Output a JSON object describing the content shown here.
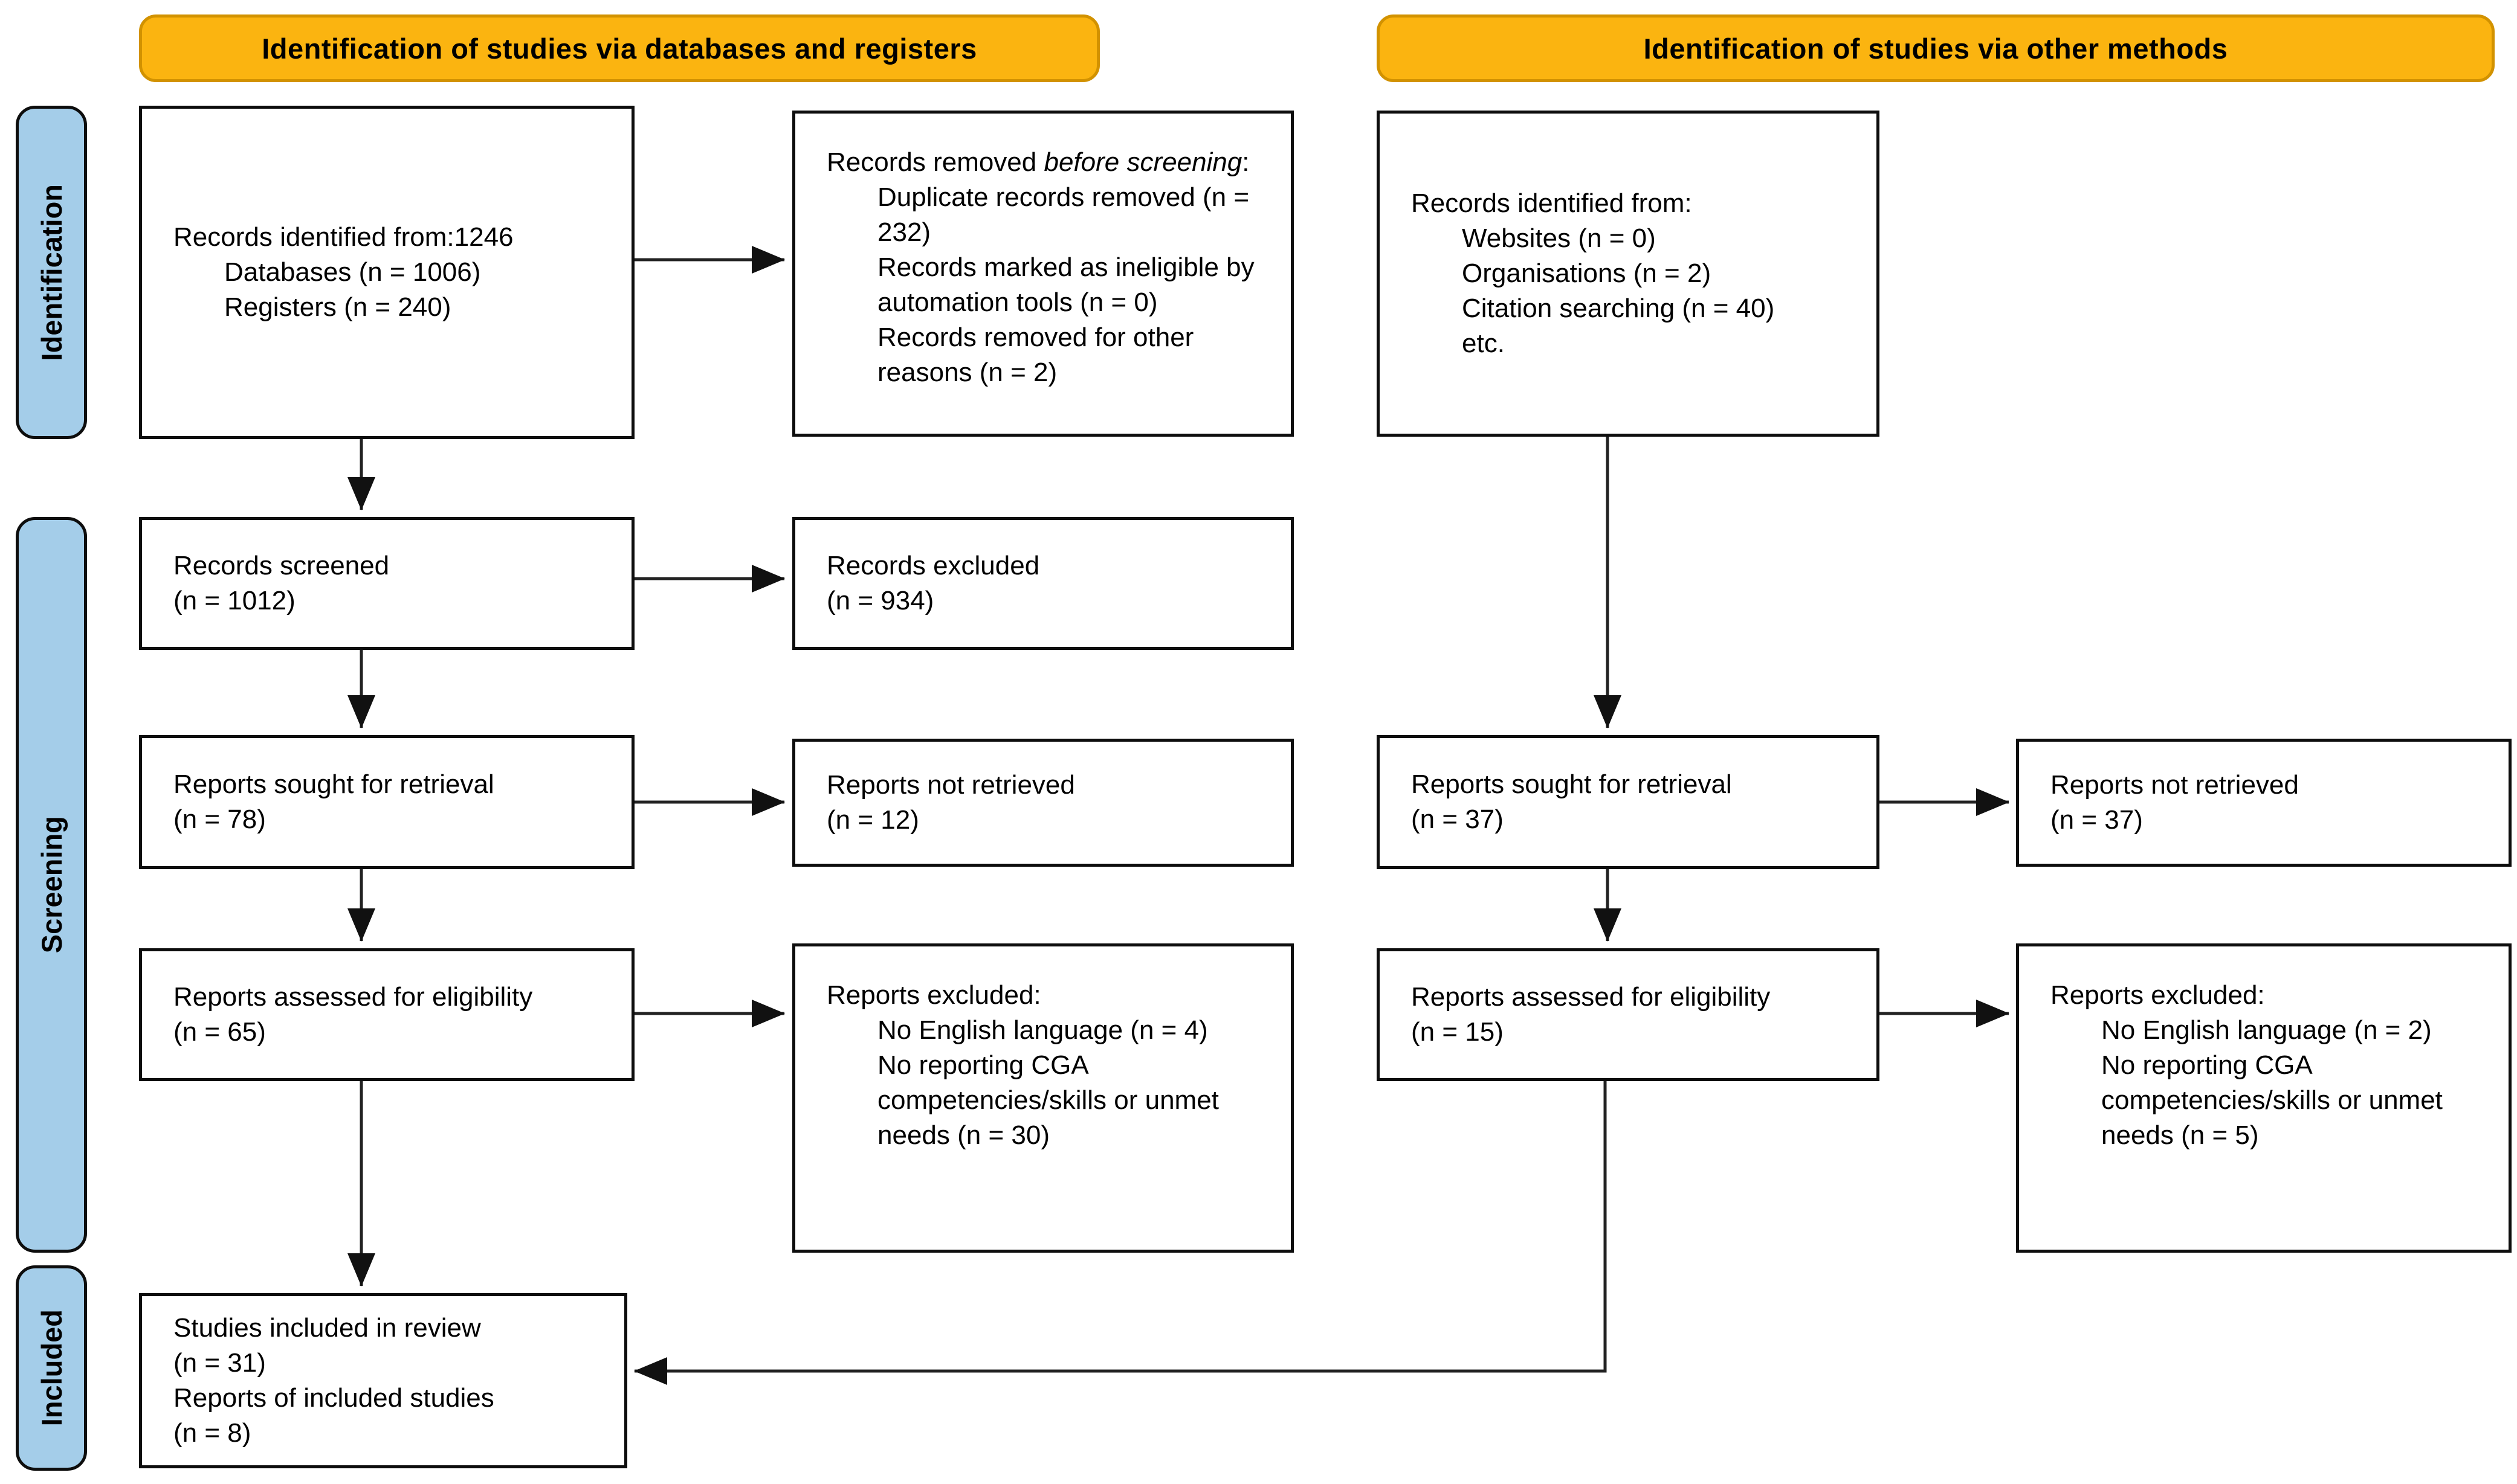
{
  "banners": {
    "left": "Identification of studies via databases and registers",
    "right": "Identification of studies via other methods"
  },
  "sidebar": {
    "identification": "Identification",
    "screening": "Screening",
    "included": "Included"
  },
  "colors": {
    "banner_fill": "#FBB410",
    "banner_border": "#D29200",
    "sidebar_fill": "#A4CDE9",
    "box_border": "#0d0d0d",
    "arrow": "#222222"
  },
  "boxes": {
    "identified_db": {
      "lines": [
        "Records identified from:1246",
        "Databases (n = 1006)",
        "Registers (n = 240)"
      ]
    },
    "removed_before": {
      "intro_normal": "Records removed ",
      "intro_italic": "before screening",
      "intro_tail": ":",
      "lines": [
        "Duplicate records removed (n = 232)",
        "Records marked as ineligible by automation tools (n = 0)",
        "Records removed for other reasons (n = 2)"
      ]
    },
    "identified_other": {
      "lines": [
        "Records identified from:",
        "Websites (n = 0)",
        "Organisations (n = 2)",
        "Citation searching (n = 40)",
        "etc."
      ]
    },
    "screened": {
      "lines": [
        "Records screened",
        "(n = 1012)"
      ]
    },
    "records_excluded": {
      "lines": [
        "Records excluded",
        "(n = 934)"
      ]
    },
    "sought_db": {
      "lines": [
        "Reports sought for retrieval",
        "(n = 78)"
      ]
    },
    "not_retrieved_db": {
      "lines": [
        "Reports not retrieved",
        "(n = 12)"
      ]
    },
    "assessed_db": {
      "lines": [
        "Reports assessed for eligibility",
        "(n = 65)"
      ]
    },
    "reports_excluded_db": {
      "title": "Reports excluded:",
      "lines": [
        "No English language (n = 4)",
        "No reporting CGA competencies/skills or unmet needs (n = 30)"
      ]
    },
    "sought_other": {
      "lines": [
        "Reports sought for retrieval",
        "(n = 37)"
      ]
    },
    "not_retrieved_other": {
      "lines": [
        "Reports not retrieved",
        "(n = 37)"
      ]
    },
    "assessed_other": {
      "lines": [
        "Reports assessed for eligibility",
        "(n = 15)"
      ]
    },
    "reports_excluded_other": {
      "title": "Reports excluded:",
      "lines": [
        "No English language (n = 2)",
        "No reporting CGA competencies/skills or unmet needs (n = 5)"
      ]
    },
    "included_review": {
      "lines": [
        "Studies included in review",
        "(n = 31)",
        "Reports of included studies",
        "(n = 8)"
      ]
    }
  }
}
